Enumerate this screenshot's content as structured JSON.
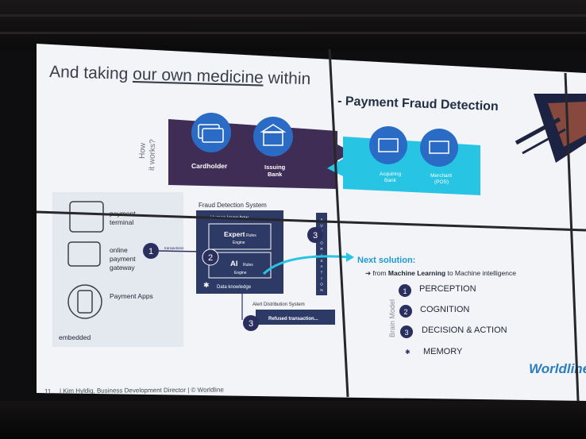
{
  "slide": {
    "title_prefix": "And taking ",
    "title_underlined": "our own medicine",
    "title_mid": " within",
    "title_bold": "- Payment  Fraud  Detection",
    "how_line1": "How",
    "how_line2": "it works?"
  },
  "flow": {
    "cardholder": "Cardholder",
    "issuing_line1": "Issuing",
    "issuing_line2": "Bank",
    "acquiring_line1": "Acquiring",
    "acquiring_line2": "Bank",
    "merchant_line1": "Merchant",
    "merchant_line2": "(POS)"
  },
  "channels": {
    "terminal_line1": "payment",
    "terminal_line2": "terminal",
    "online_line1": "online",
    "online_line2": "payment",
    "online_line3": "gateway",
    "apps": "Payment Apps",
    "embedded": "embedded"
  },
  "fds": {
    "title": "Fraud Detection System",
    "human": "Human know how",
    "expert": "Expert",
    "expert_rules": "Rules",
    "expert_engine": "Engine",
    "ai": "AI",
    "ai_rules": "Rules",
    "ai_engine": "Engine",
    "data_knowledge": "Data knowledge",
    "transactions": "transactions",
    "auth_letters": [
      "A",
      "U",
      "T",
      "H",
      "O",
      "R",
      "I",
      "S",
      "A",
      "T",
      "I",
      "O",
      "N"
    ],
    "alert_title": "Alert Distribution System",
    "refused": "Refused transaction..."
  },
  "badges": {
    "one": "1",
    "two": "2",
    "three": "3"
  },
  "solution": {
    "next": "Next solution:",
    "arrow": "➔",
    "from": " from ",
    "ml": "Machine Learning",
    "to": " to Machine intelligence",
    "brain_model": "Brain Model",
    "items": [
      "PERCEPTION",
      "COGNITION",
      "DECISION & ACTION"
    ],
    "memory": "MEMORY",
    "memory_mark": "✱"
  },
  "footer": {
    "page": "11",
    "author": "|  Kim Hyldig, Business Development Director  |  © Worldline"
  },
  "brand": "Worldline",
  "colors": {
    "navy": "#2d3a66",
    "purple": "#3f2d55",
    "cyan": "#27c4e4",
    "accent_blue": "#1e9ad6",
    "badge": "#2b2f5e"
  }
}
